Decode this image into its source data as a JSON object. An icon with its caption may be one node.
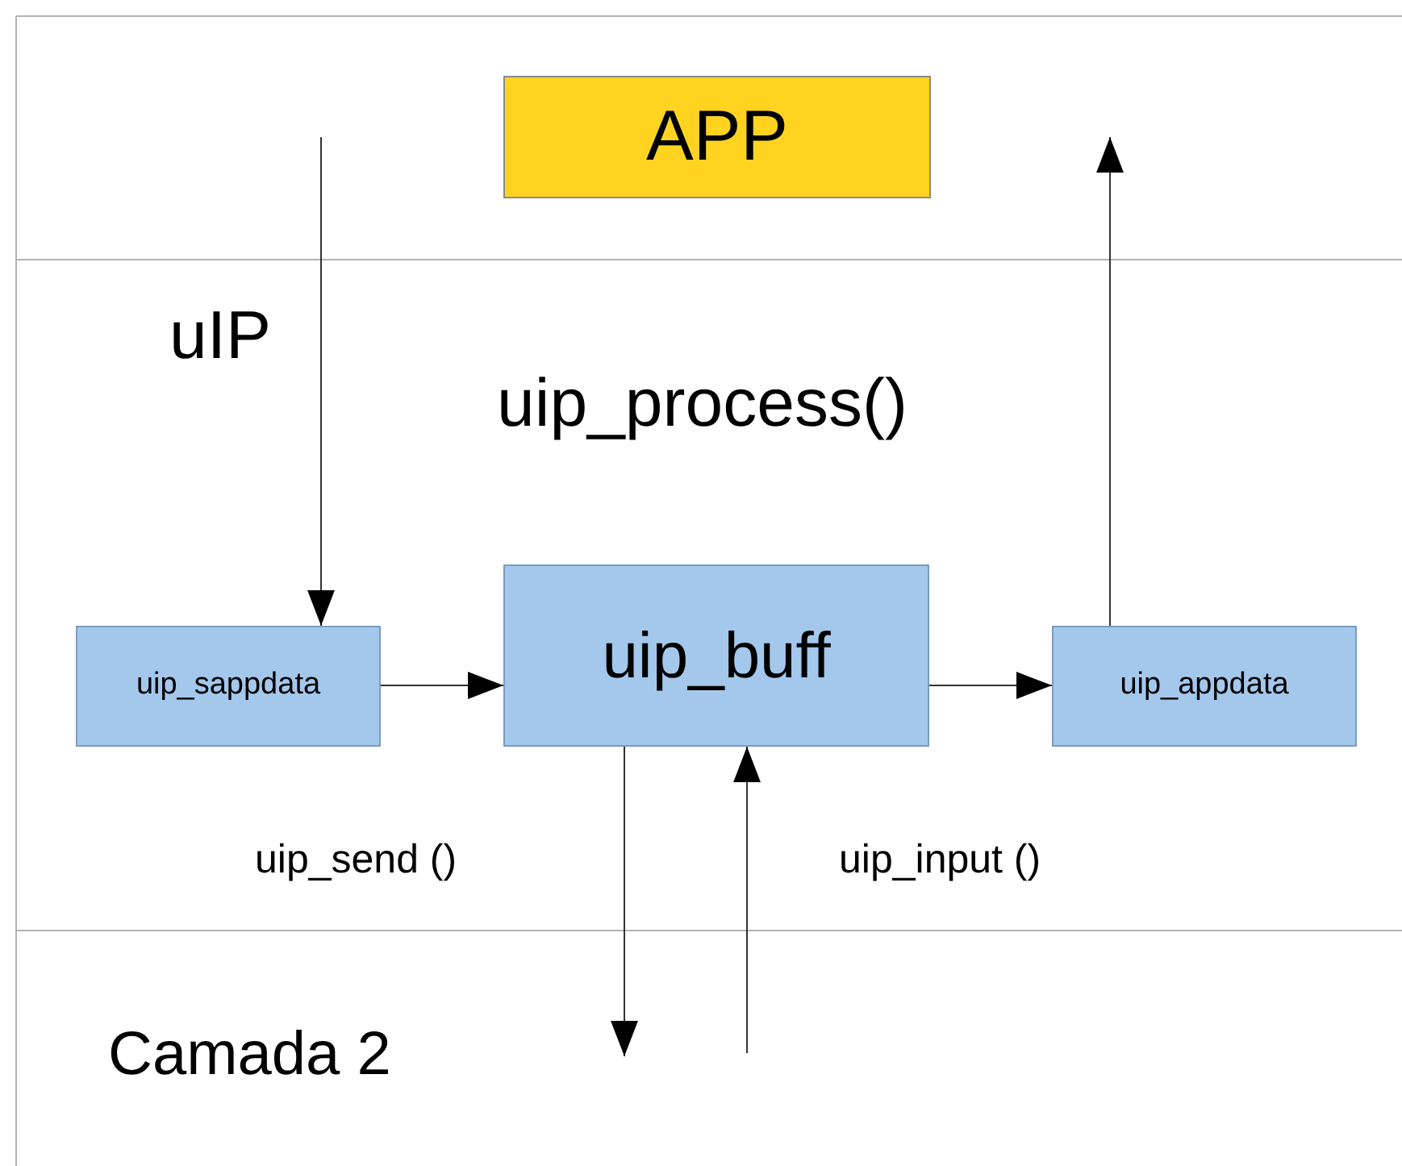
{
  "diagram": {
    "nodes": [
      {
        "text": [
          "APP"
        ]
      },
      {
        "text": [
          "uip_sappdata"
        ]
      },
      {
        "text": [
          "uip_buff"
        ]
      },
      {
        "text": [
          "uip_appdata"
        ]
      }
    ],
    "edges": [
      {
        "from": null,
        "to": 1,
        "arrow": "to"
      },
      {
        "from": 1,
        "to": 2,
        "arrow": "to"
      },
      {
        "from": 2,
        "to": 3,
        "arrow": "to"
      },
      {
        "from": 3,
        "to": null,
        "arrow": "to"
      },
      {
        "from": 2,
        "to": null,
        "arrow": "to",
        "label": "uip_send ()"
      },
      {
        "from": null,
        "to": 2,
        "arrow": "to",
        "label": "uip_input ()"
      }
    ],
    "labels": [
      "uIP",
      "uip_process()",
      "Camada 2"
    ]
  }
}
